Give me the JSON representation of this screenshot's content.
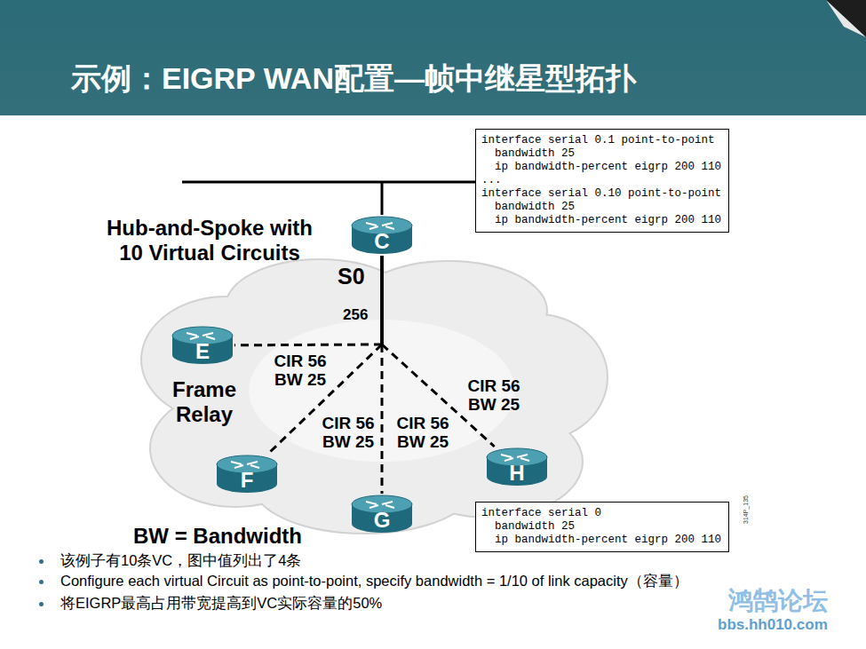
{
  "diagram": {
    "title": "示例：EIGRP WAN配置—帧中继星型拓扑",
    "nodes": [
      {
        "text": [
          "interface serial 0.1 point-to-point",
          "bandwidth 25",
          "ip bandwidth-percent eigrp 200 110",
          "...",
          "interface serial 0.10 point-to-point",
          "bandwidth 25",
          "ip bandwidth-percent eigrp 200 110"
        ]
      },
      {
        "text": [
          "C"
        ]
      },
      {
        "text": [
          "E"
        ]
      },
      {
        "text": [
          "F"
        ]
      },
      {
        "text": [
          "G"
        ]
      },
      {
        "text": [
          "H"
        ]
      },
      {
        "text": [
          "interface serial 0",
          "bandwidth 25",
          "ip bandwidth-percent eigrp 200 110"
        ]
      }
    ],
    "edges": [
      {
        "from": 1,
        "to": 2,
        "arrow": "none",
        "label": "CIR 56 BW 25"
      },
      {
        "from": 1,
        "to": 3,
        "arrow": "none",
        "label": "CIR 56 BW 25"
      },
      {
        "from": 1,
        "to": 4,
        "arrow": "none",
        "label": "CIR 56 BW 25"
      },
      {
        "from": 1,
        "to": 5,
        "arrow": "none",
        "label": "CIR 56 BW 25"
      }
    ],
    "labels": [
      "Hub-and-Spoke with 10 Virtual Circuits",
      "S0",
      "256",
      "Frame Relay",
      "BW = Bandwidth",
      "该例子有10条VC，图中值列出了4条",
      "Configure each virtual Circuit as point-to-point, specify bandwidth = 1/10 of link capacity（容量）",
      "将EIGRP最高占用带宽提高到VC实际容量的50%",
      "314P_135",
      "鸿鹄论坛",
      "bbs.hh010.com"
    ]
  }
}
